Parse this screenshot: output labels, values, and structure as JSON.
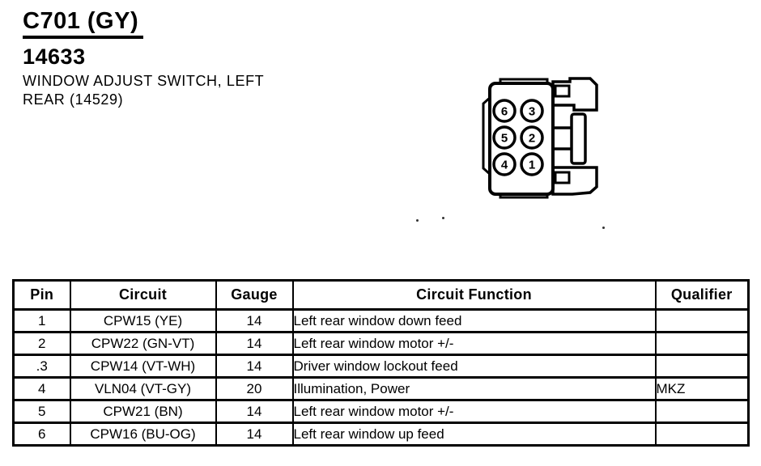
{
  "header": {
    "connector_id": "C701 (GY)",
    "part_number": "14633",
    "description_line1": "WINDOW ADJUST SWITCH, LEFT",
    "description_line2": "REAR (14529)"
  },
  "connector": {
    "pins": [
      "6",
      "3",
      "5",
      "2",
      "4",
      "1"
    ]
  },
  "table": {
    "headers": [
      "Pin",
      "Circuit",
      "Gauge",
      "Circuit Function",
      "Qualifier"
    ],
    "rows": [
      {
        "pin": "1",
        "circuit": "CPW15 (YE)",
        "gauge": "14",
        "function": "Left rear window down feed",
        "qualifier": ""
      },
      {
        "pin": "2",
        "circuit": "CPW22 (GN-VT)",
        "gauge": "14",
        "function": "Left rear window motor +/-",
        "qualifier": ""
      },
      {
        "pin": ".3",
        "circuit": "CPW14 (VT-WH)",
        "gauge": "14",
        "function": "Driver window lockout feed",
        "qualifier": ""
      },
      {
        "pin": "4",
        "circuit": "VLN04 (VT-GY)",
        "gauge": "20",
        "function": "Illumination, Power",
        "qualifier": "MKZ"
      },
      {
        "pin": "5",
        "circuit": "CPW21 (BN)",
        "gauge": "14",
        "function": "Left rear window motor +/-",
        "qualifier": ""
      },
      {
        "pin": "6",
        "circuit": "CPW16 (BU-OG)",
        "gauge": "14",
        "function": "Left rear window up feed",
        "qualifier": ""
      }
    ]
  },
  "colors": {
    "ink": "#000000",
    "paper": "#ffffff"
  }
}
